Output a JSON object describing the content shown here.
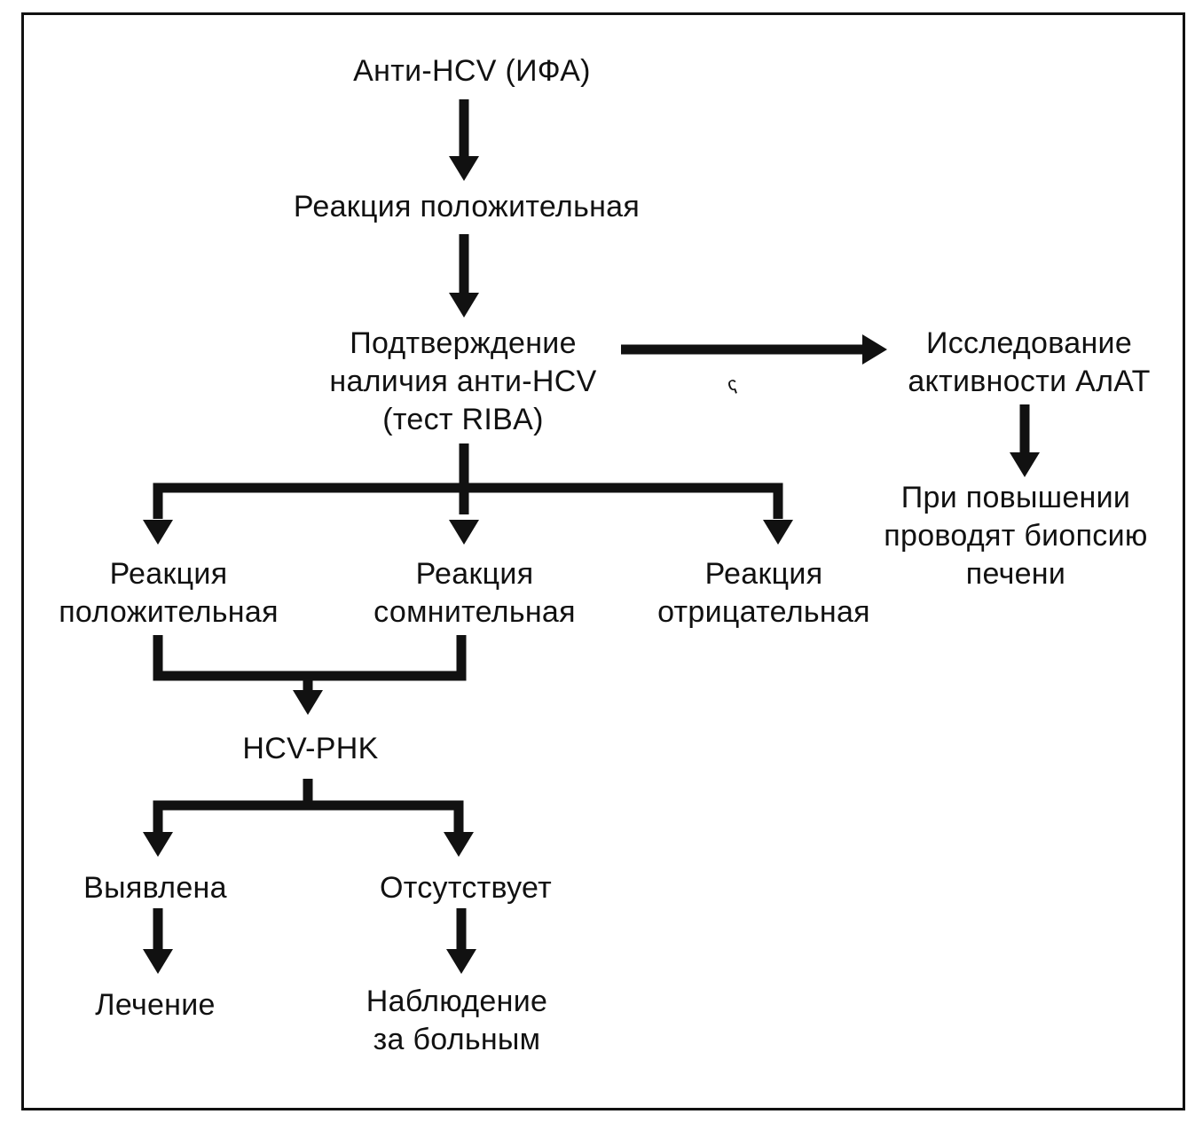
{
  "colors": {
    "ink": "#111111",
    "background": "#ffffff"
  },
  "nodes": {
    "anti_hcv": [
      "Анти-HCV (ИФА)"
    ],
    "positive_1": [
      "Реакция положительная"
    ],
    "confirm": [
      "Подтверждение",
      "наличия анти-HCV",
      "(тест RIBA)"
    ],
    "alat": [
      "Исследование",
      "активности АлАТ"
    ],
    "biopsy": [
      "При повышении",
      "проводят биопсию",
      "печени"
    ],
    "positive_2": [
      "Реакция",
      "положительная"
    ],
    "doubtful": [
      "Реакция",
      "сомнительная"
    ],
    "negative": [
      "Реакция",
      "отрицательная"
    ],
    "hcv_rna": [
      "HCV-PHK"
    ],
    "detected": [
      "Выявлена"
    ],
    "absent": [
      "Отсутствует"
    ],
    "treatment": [
      "Лечение"
    ],
    "observation": [
      "Наблюдение",
      "за больным"
    ]
  },
  "stray_mark": "ʕ"
}
